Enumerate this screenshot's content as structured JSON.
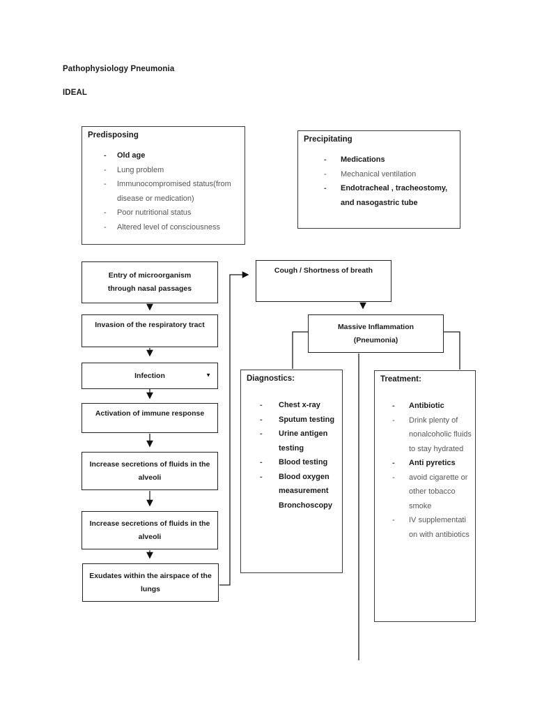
{
  "page": {
    "title": "Pathophysiology Pneumonia",
    "subtitle": "IDEAL"
  },
  "ui": {
    "dash": "-"
  },
  "icons": {
    "infection_caret": "▼"
  },
  "predisposing": {
    "header": "Predisposing",
    "items": [
      {
        "text": "Old age",
        "bold": true
      },
      {
        "text": "Lung problem",
        "bold": false
      },
      {
        "text": "Immunocompromised status(from disease or medication)",
        "bold": false
      },
      {
        "text": "Poor nutritional status",
        "bold": false
      },
      {
        "text": "Altered level of consciousness",
        "bold": false
      }
    ]
  },
  "precipitating": {
    "header": "Precipitating",
    "items": [
      {
        "text": "Medications",
        "bold": true
      },
      {
        "text": "Mechanical ventilation",
        "bold": false
      },
      {
        "text": "Endotracheal , tracheostomy, and nasogastric tube",
        "bold": true
      }
    ]
  },
  "flowchart": {
    "entry": "Entry of microorganism through nasal passages",
    "invasion": "Invasion of the respiratory tract",
    "infection": "Infection",
    "activation": "Activation of immune response",
    "increase_1": "Increase secretions of fluids in the alveoli",
    "increase_2": "Increase secretions of fluids in the alveoli",
    "exudates": "Exudates within the airspace of the lungs",
    "cough": "Cough / Shortness of breath",
    "massive": "Massive Inflammation (Pneumonia)"
  },
  "diagnostics": {
    "header": "Diagnostics:",
    "items": [
      {
        "text": "Chest x-ray",
        "bold": true
      },
      {
        "text": "Sputum testing",
        "bold": true
      },
      {
        "text": "Urine antigen testing",
        "bold": true
      },
      {
        "text": "Blood testing",
        "bold": true
      },
      {
        "text": "Blood oxygen measurement Bronchoscopy",
        "bold": true
      }
    ]
  },
  "treatment": {
    "header": "Treatment:",
    "items": [
      {
        "text": "Antibiotic",
        "bold": true
      },
      {
        "text": "Drink plenty of nonalcoholic fluids to stay hydrated",
        "bold": false
      },
      {
        "text": "Anti pyretics",
        "bold": true
      },
      {
        "text": "avoid cigarette or other tobacco smoke",
        "bold": false
      },
      {
        "text": "IV supplementati on with antibiotics",
        "bold": false
      }
    ]
  },
  "colors": {
    "background": "#ffffff",
    "text": "#1a1a1a",
    "muted_text": "#565656",
    "line": "#1a1a1a"
  }
}
